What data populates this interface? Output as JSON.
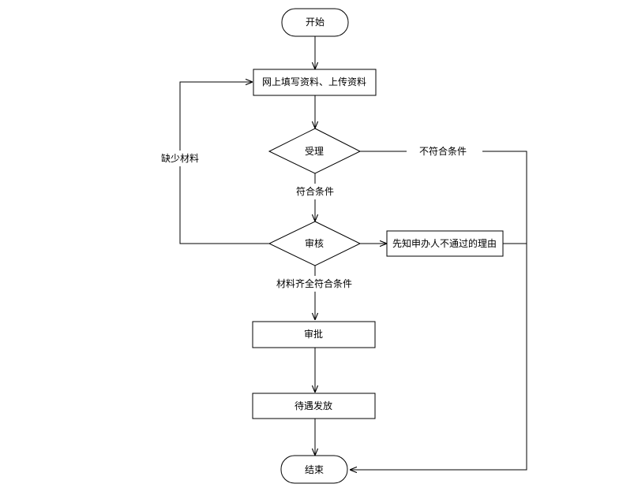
{
  "nodes": {
    "start": "开始",
    "fill_online": "网上填写资料、上传资料",
    "accept": "受理",
    "review": "审核",
    "notify_reason": "先知申办人不通过的理由",
    "approve": "审批",
    "distribute": "待遇发放",
    "end": "结束"
  },
  "edge_labels": {
    "missing_materials": "缺少材料",
    "not_eligible": "不符合条件",
    "eligible": "符合条件",
    "materials_complete": "材料齐全符合条件"
  }
}
